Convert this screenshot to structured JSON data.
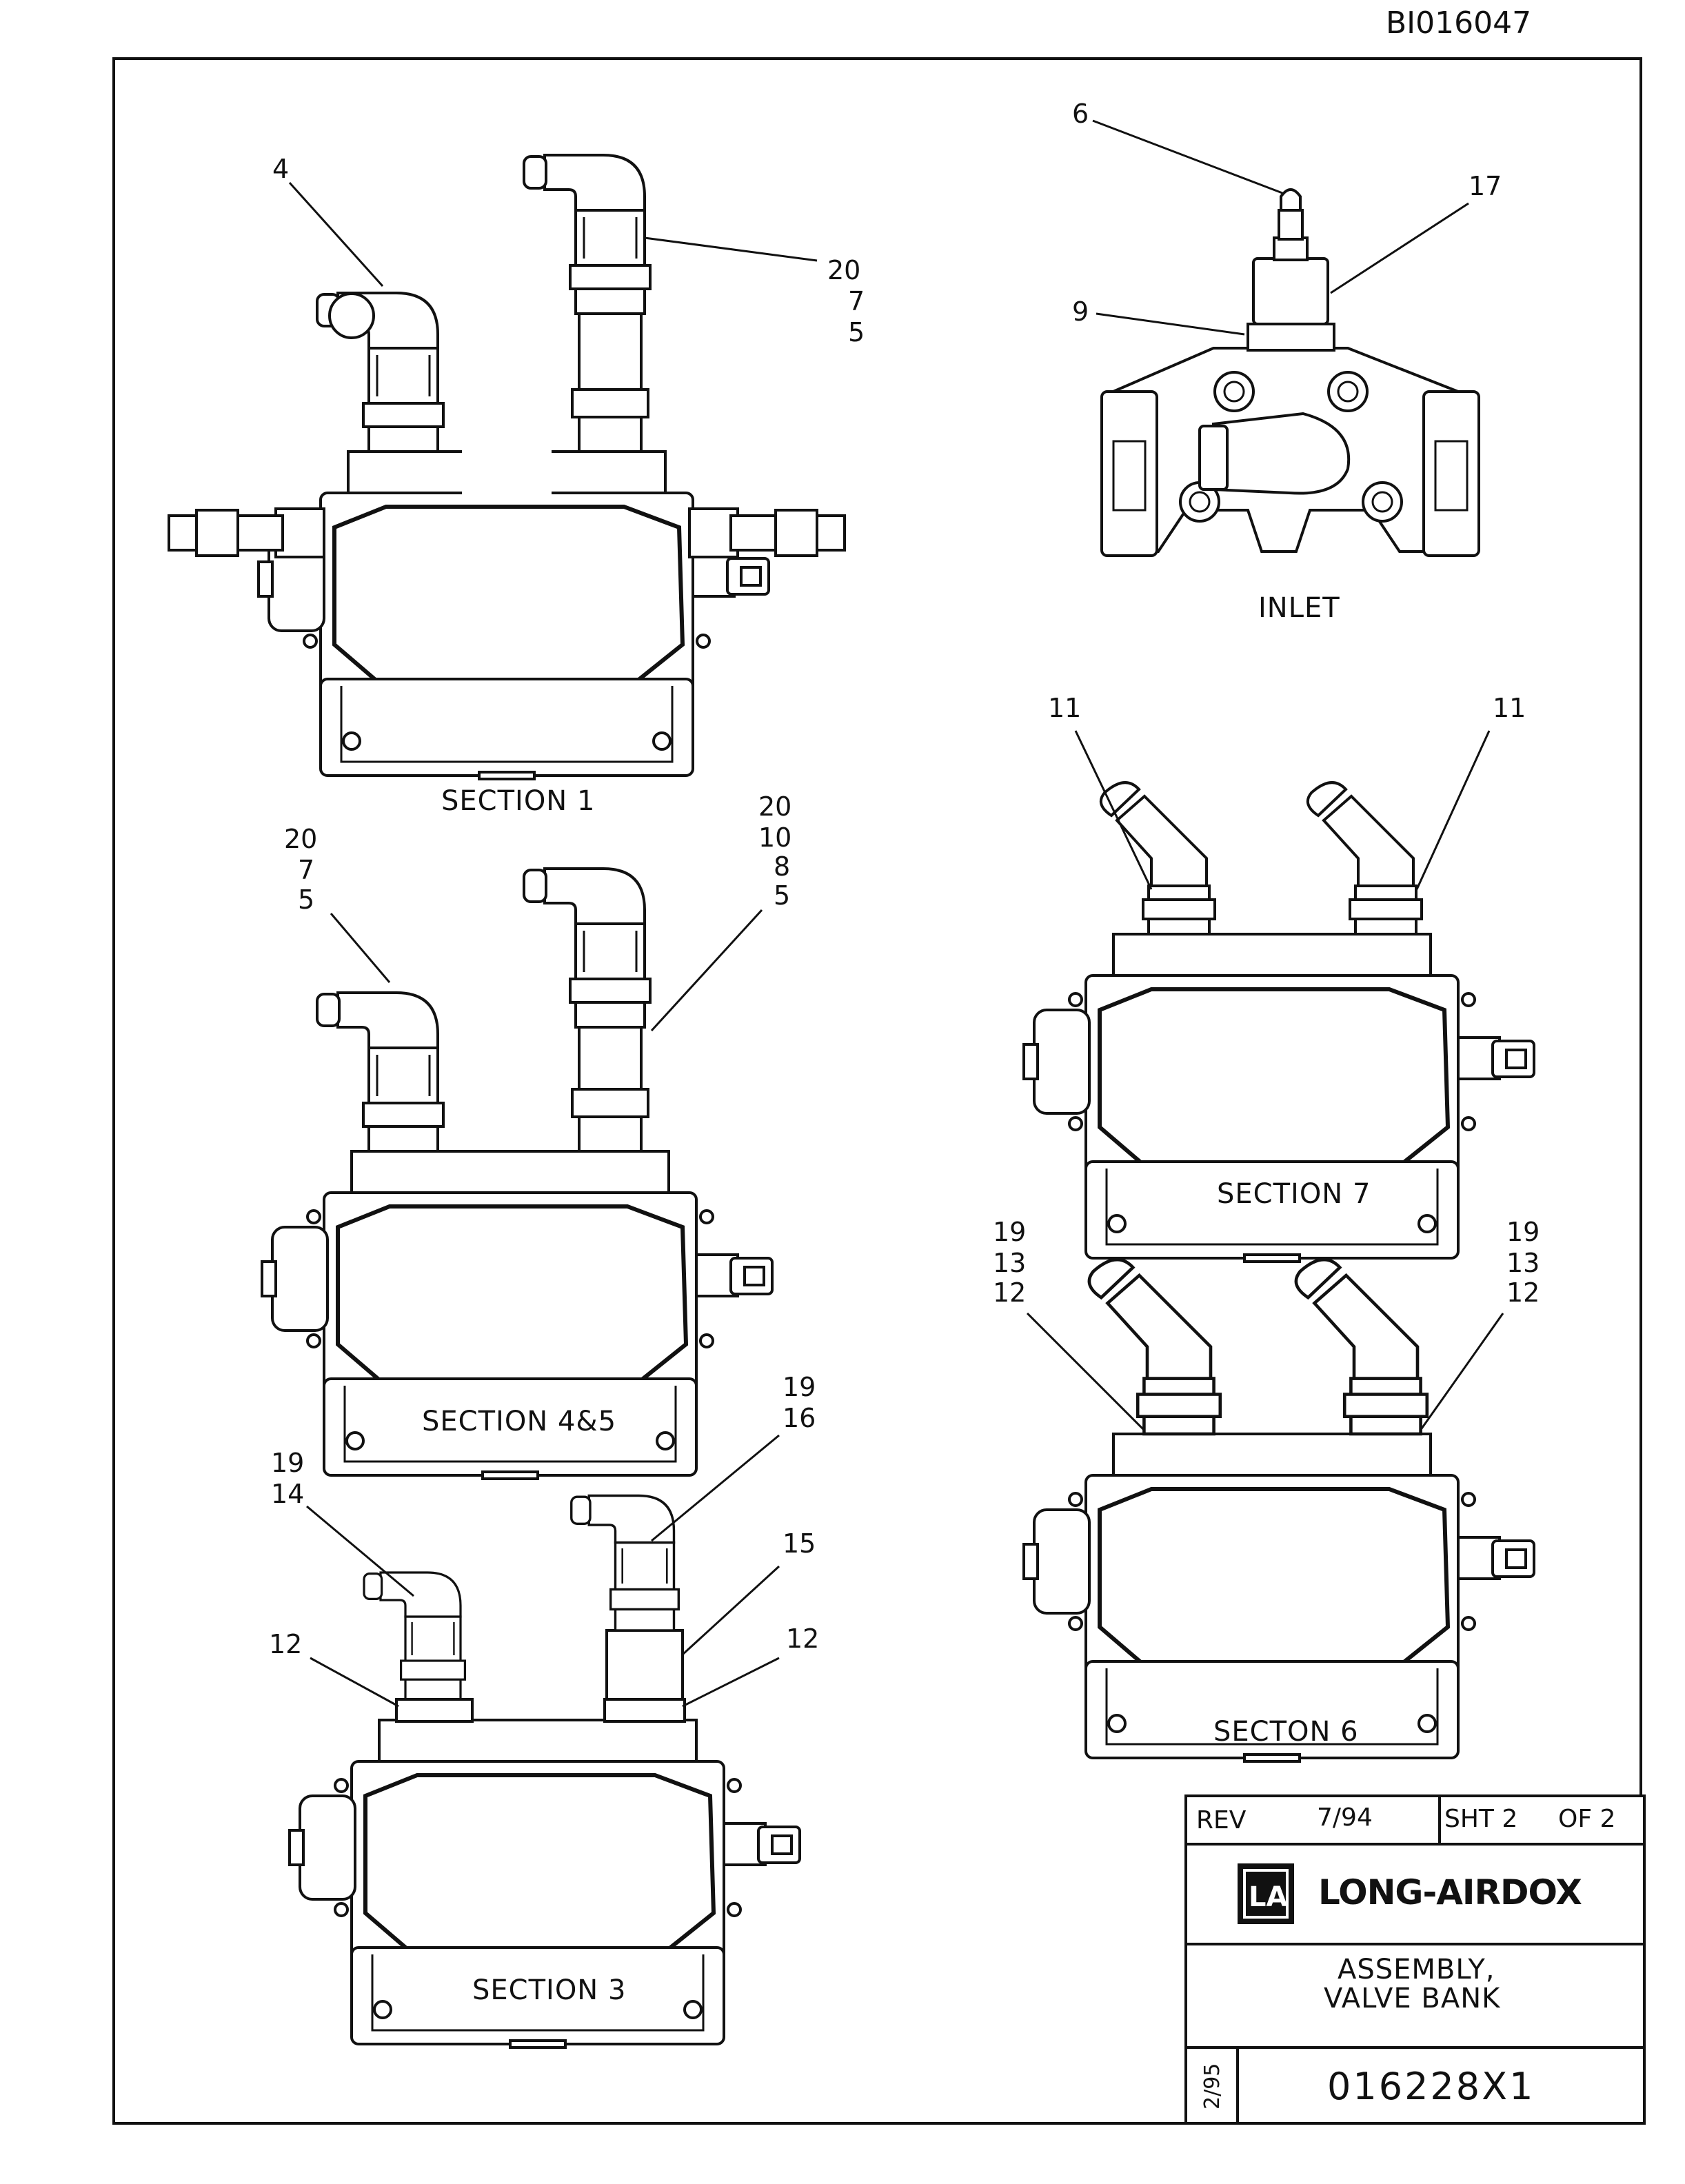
{
  "doc_id": "BI016047",
  "views": {
    "section1": {
      "caption": "SECTION  1",
      "callouts": {
        "a": [
          "4"
        ],
        "b": [
          "20",
          "7",
          "5"
        ]
      }
    },
    "inlet": {
      "caption": "INLET",
      "callouts": {
        "a": [
          "6"
        ],
        "b": [
          "17"
        ],
        "c": [
          "9"
        ]
      }
    },
    "section45": {
      "caption": "SECTION  4&5",
      "callouts": {
        "a": [
          "20",
          "7",
          "5"
        ],
        "b": [
          "20",
          "10",
          "8",
          "5"
        ]
      }
    },
    "section7": {
      "caption": "SECTION  7",
      "callouts": {
        "a": [
          "11"
        ],
        "b": [
          "11"
        ]
      }
    },
    "section6": {
      "caption": "SECTON  6",
      "callouts": {
        "a": [
          "19",
          "13",
          "12"
        ],
        "b": [
          "19",
          "13",
          "12"
        ]
      }
    },
    "section3": {
      "caption": "SECTION  3",
      "callouts": {
        "a": [
          "19",
          "14"
        ],
        "b": [
          "19",
          "16"
        ],
        "c": [
          "15"
        ],
        "d": [
          "12"
        ],
        "e": [
          "12"
        ]
      }
    }
  },
  "title_block": {
    "rev_label": "REV",
    "rev_date": "7/94",
    "sheet_label": "SHT 2",
    "of_label": "OF 2",
    "logo_mark": "LA",
    "company": "LONG-AIRDOX",
    "title_line1": "ASSEMBLY,",
    "title_line2": "VALVE  BANK",
    "side_date": "2/95",
    "drawing_number": "016228X1"
  }
}
